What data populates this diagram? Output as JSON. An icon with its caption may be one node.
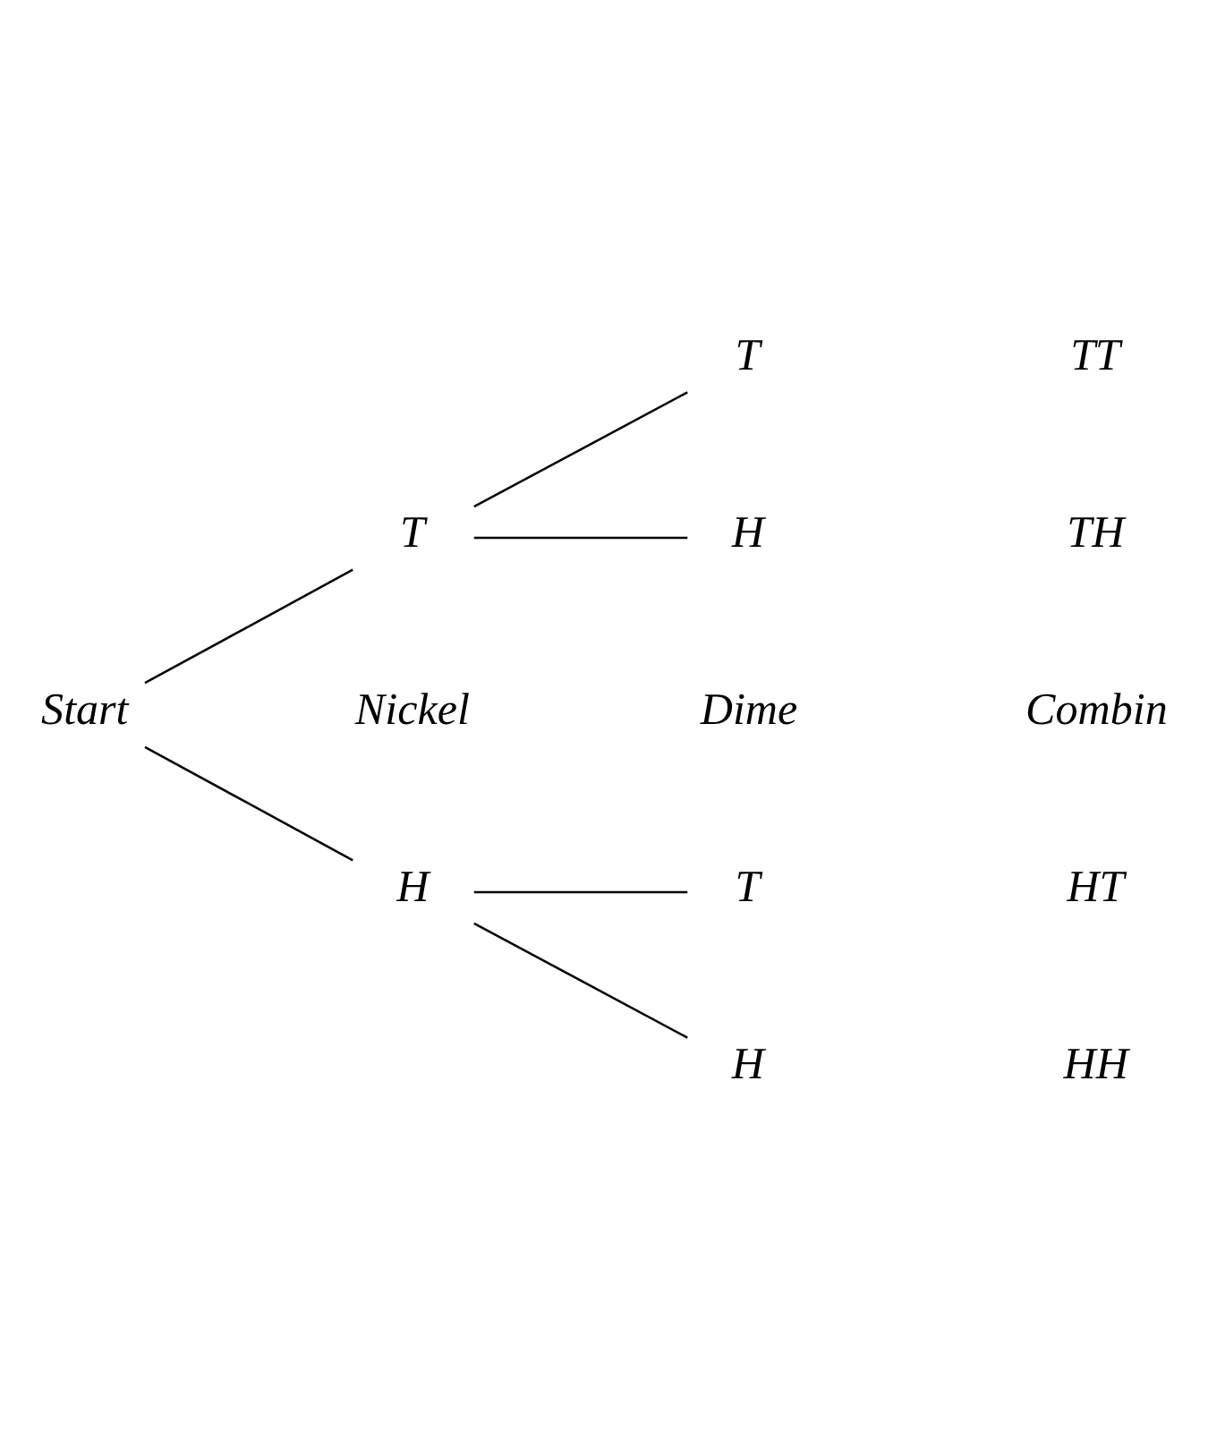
{
  "diagram": {
    "nodes": [
      {
        "text": [
          "Start"
        ]
      },
      {
        "text": [
          "H"
        ]
      },
      {
        "text": [
          "T"
        ]
      },
      {
        "text": [
          "H"
        ]
      },
      {
        "text": [
          "T"
        ]
      },
      {
        "text": [
          "H"
        ]
      },
      {
        "text": [
          "T"
        ]
      }
    ],
    "edges": [
      {
        "from": 0,
        "to": 1,
        "arrow": "none"
      },
      {
        "from": 0,
        "to": 2,
        "arrow": "none"
      },
      {
        "from": 1,
        "to": 3,
        "arrow": "none"
      },
      {
        "from": 1,
        "to": 4,
        "arrow": "none"
      },
      {
        "from": 2,
        "to": 5,
        "arrow": "none"
      },
      {
        "from": 2,
        "to": 6,
        "arrow": "none"
      }
    ],
    "labels": [
      "Nickel",
      "Dime",
      "Combin",
      "HH",
      "HT",
      "TH",
      "TT"
    ]
  }
}
